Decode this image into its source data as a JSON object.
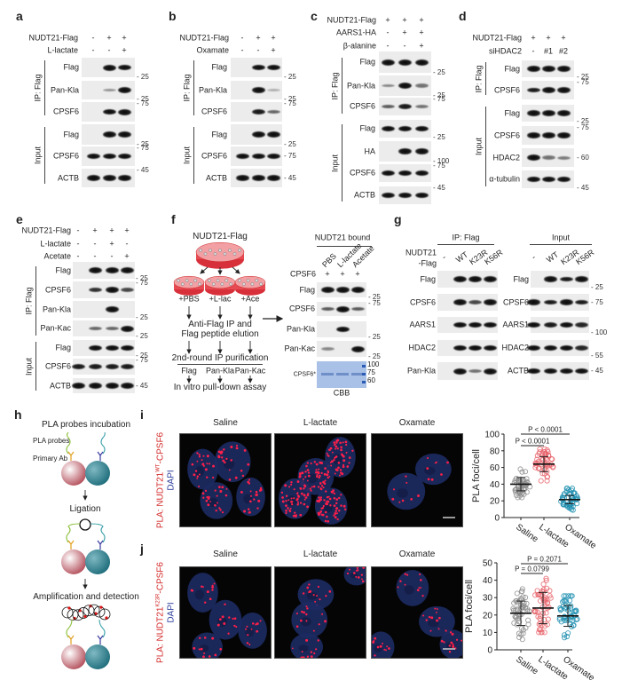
{
  "panels": {
    "a": {
      "label": "a",
      "conditions": [
        {
          "name": "NUDT21-Flag",
          "values": [
            "-",
            "+",
            "+"
          ]
        },
        {
          "name": "L-lactate",
          "values": [
            "-",
            "-",
            "+"
          ]
        }
      ],
      "groups": [
        "IP: Flag",
        "Input"
      ],
      "rows": [
        {
          "label": "Flag",
          "bands": [
            0,
            1,
            0.85
          ],
          "mw": "25",
          "mw_at": "bottom"
        },
        {
          "label": "Pan-Kla",
          "bands": [
            0,
            0.15,
            0.95
          ],
          "mw": "25",
          "mw_at": "bottom"
        },
        {
          "label": "CPSF6",
          "bands": [
            0,
            0.75,
            1
          ],
          "mw": "75",
          "mw_at": "top"
        },
        {
          "label": "Flag",
          "bands": [
            0,
            0.9,
            0.9
          ],
          "mw": "25",
          "mw_at": "bottom"
        },
        {
          "label": "CPSF6",
          "bands": [
            0.8,
            0.8,
            0.8
          ],
          "mw": "75",
          "mw_at": "top"
        },
        {
          "label": "ACTB",
          "bands": [
            0.9,
            0.85,
            0.8
          ],
          "mw": "45",
          "mw_at": "top"
        }
      ]
    },
    "b": {
      "label": "b",
      "conditions": [
        {
          "name": "NUDT21-Flag",
          "values": [
            "-",
            "+",
            "+"
          ]
        },
        {
          "name": "Oxamate",
          "values": [
            "-",
            "-",
            "+"
          ]
        }
      ],
      "groups": [
        "IP: Flag",
        "Input"
      ],
      "rows": [
        {
          "label": "Flag",
          "bands": [
            0,
            0.8,
            0.8
          ],
          "mw": "25",
          "mw_at": "bottom"
        },
        {
          "label": "Pan-Kla",
          "bands": [
            0,
            0.85,
            0.03
          ],
          "mw": "25",
          "mw_at": "bottom"
        },
        {
          "label": "CPSF6",
          "bands": [
            0,
            0.7,
            0.35
          ],
          "mw": "75",
          "mw_at": "top"
        },
        {
          "label": "Flag",
          "bands": [
            0,
            0.95,
            0.9
          ],
          "mw": "25",
          "mw_at": "bottom"
        },
        {
          "label": "CPSF6",
          "bands": [
            0.9,
            0.95,
            0.9
          ],
          "mw": "75",
          "mw_at": "middle"
        },
        {
          "label": "ACTB",
          "bands": [
            0.8,
            0.8,
            0.8
          ],
          "mw": "45",
          "mw_at": "middle"
        }
      ]
    },
    "c": {
      "label": "c",
      "conditions": [
        {
          "name": "NUDT21-Flag",
          "values": [
            "+",
            "+",
            "+"
          ]
        },
        {
          "name": "AARS1-HA",
          "values": [
            "-",
            "+",
            "+"
          ]
        },
        {
          "name": "β-alanine",
          "values": [
            "-",
            "-",
            "+"
          ]
        }
      ],
      "groups": [
        "IP: Flag",
        "Input"
      ],
      "rows": [
        {
          "label": "Flag",
          "bands": [
            1,
            1,
            1
          ],
          "mw": "25",
          "mw_at": "bottom"
        },
        {
          "label": "Pan-Kla",
          "bands": [
            0.2,
            1,
            0.3
          ],
          "mw": "25",
          "mw_at": "bottom"
        },
        {
          "label": "CPSF6",
          "bands": [
            0.4,
            0.7,
            0.3
          ],
          "mw": "75",
          "mw_at": "top"
        },
        {
          "label": "Flag",
          "bands": [
            0.8,
            0.75,
            0.75
          ],
          "mw": "25",
          "mw_at": "bottom"
        },
        {
          "label": "HA",
          "bands": [
            0,
            0.85,
            0.85
          ],
          "mw": "100",
          "mw_at": "bottom"
        },
        {
          "label": "CPSF6",
          "bands": [
            0.85,
            0.85,
            0.85
          ],
          "mw": "75",
          "mw_at": "top"
        },
        {
          "label": "ACTB",
          "bands": [
            0.9,
            0.9,
            0.9
          ],
          "mw": "45",
          "mw_at": "top"
        }
      ]
    },
    "d": {
      "label": "d",
      "conditions": [
        {
          "name": "NUDT21-Flag",
          "values": [
            "+",
            "+",
            "+"
          ]
        },
        {
          "name": "siHDAC2",
          "values": [
            "-",
            "#1",
            "#2"
          ]
        }
      ],
      "groups": [
        "IP: Flag",
        "Input"
      ],
      "rows": [
        {
          "label": "Flag",
          "bands": [
            0.85,
            0.85,
            0.85
          ],
          "mw": "25",
          "mw_at": "bottom"
        },
        {
          "label": "CPSF6",
          "bands": [
            0.7,
            0.9,
            0.85
          ],
          "mw": "75",
          "mw_at": "top"
        },
        {
          "label": "Flag",
          "bands": [
            0.8,
            0.8,
            0.8
          ],
          "mw": "25",
          "mw_at": "bottom"
        },
        {
          "label": "CPSF6",
          "bands": [
            0.8,
            0.8,
            0.85
          ],
          "mw": "75",
          "mw_at": "top"
        },
        {
          "label": "HDAC2",
          "bands": [
            0.9,
            0.3,
            0.25
          ],
          "mw": "60",
          "mw_at": "middle"
        },
        {
          "label": "α-tubulin",
          "bands": [
            0.9,
            0.9,
            0.9
          ],
          "mw": "45",
          "mw_at": "bottom"
        }
      ]
    },
    "e": {
      "label": "e",
      "conditions": [
        {
          "name": "NUDT21-Flag",
          "values": [
            "-",
            "+",
            "+",
            "+"
          ]
        },
        {
          "name": "L-lactate",
          "values": [
            "-",
            "-",
            "+",
            "-"
          ]
        },
        {
          "name": "Acetate",
          "values": [
            "-",
            "-",
            "-",
            "+"
          ]
        }
      ],
      "groups": [
        "IP: Flag",
        "Input"
      ],
      "rows": [
        {
          "label": "Flag",
          "bands": [
            0,
            0.9,
            0.9,
            0.9
          ],
          "mw": "25",
          "mw_at": "bottom"
        },
        {
          "label": "CPSF6",
          "bands": [
            0,
            0.6,
            0.85,
            0.5
          ],
          "mw": "75",
          "mw_at": "top"
        },
        {
          "label": "Pan-Kla",
          "bands": [
            0,
            0,
            0.85,
            0
          ],
          "mw": "25",
          "mw_at": "bottom"
        },
        {
          "label": "Pan-Kac",
          "bands": [
            0,
            0.35,
            0.35,
            1
          ],
          "mw": "25",
          "mw_at": "bottom"
        },
        {
          "label": "Flag",
          "bands": [
            0,
            0.85,
            0.85,
            0.85
          ],
          "mw": "25",
          "mw_at": "bottom"
        },
        {
          "label": "CPSF6",
          "bands": [
            0.7,
            0.7,
            0.7,
            0.7
          ],
          "mw": "75",
          "mw_at": "top"
        },
        {
          "label": "ACTB",
          "bands": [
            0.9,
            0.9,
            0.9,
            0.9
          ],
          "mw": "45",
          "mw_at": "middle"
        }
      ]
    },
    "f": {
      "label": "f",
      "schematic": {
        "title": "NUDT21-Flag",
        "treatments": [
          "+PBS",
          "+L-lac",
          "+Ace"
        ],
        "step1": [
          "Anti-Flag IP and",
          "Flag peptide elution"
        ],
        "step2": "2nd-round IP purification",
        "antibodies": [
          "Flag",
          "Pan-Kla",
          "Pan-Kac"
        ],
        "step3": "In vitro pull-down assay"
      },
      "header": "NUDT21 bound",
      "lanes": [
        "PBS",
        "L-lactate",
        "Acetate"
      ],
      "conditions": [
        {
          "name": "CPSF6",
          "values": [
            "+",
            "+",
            "+"
          ]
        }
      ],
      "rows": [
        {
          "label": "Flag",
          "bands": [
            0.9,
            0.85,
            0.9
          ],
          "mw": "25",
          "mw_at": "bottom"
        },
        {
          "label": "CPSF6",
          "bands": [
            0.4,
            1,
            0.4
          ],
          "mw": "75",
          "mw_at": "top"
        },
        {
          "label": "Pan-Kla",
          "bands": [
            0,
            0.9,
            0
          ],
          "mw": "25",
          "mw_at": "bottom"
        },
        {
          "label": "Pan-Kac",
          "bands": [
            0.2,
            0,
            1
          ],
          "mw": "25",
          "mw_at": "bottom"
        }
      ],
      "cbb": {
        "label": "CBB",
        "band_label": "CPSF6*",
        "ladder": [
          "100",
          "75",
          "60"
        ],
        "color": "#8fb0de"
      }
    },
    "g": {
      "label": "g",
      "ip_header": "IP: Flag",
      "input_header": "Input",
      "construct": [
        "NUDT21",
        "-Flag"
      ],
      "lanes": [
        "-",
        "WT",
        "K23R",
        "K56R"
      ],
      "ip_rows": [
        {
          "label": "Flag",
          "bands": [
            0,
            1,
            0.9,
            1
          ]
        },
        {
          "label": "CPSF6",
          "bands": [
            0,
            0.9,
            0.5,
            0.85
          ]
        },
        {
          "label": "AARS1",
          "bands": [
            0,
            0.8,
            0.8,
            0.8
          ]
        },
        {
          "label": "HDAC2",
          "bands": [
            0,
            0.8,
            0.8,
            0.8
          ]
        },
        {
          "label": "Pan-Kla",
          "bands": [
            0,
            1,
            0.3,
            1
          ]
        }
      ],
      "input_rows": [
        {
          "label": "Flag",
          "bands": [
            0,
            0.8,
            0.7,
            0.8
          ],
          "mw": "25",
          "mw_at": "bottom"
        },
        {
          "label": "CPSF6",
          "bands": [
            0.85,
            0.7,
            0.8,
            0.7
          ],
          "mw": "75",
          "mw_at": "middle"
        },
        {
          "label": "AARS1",
          "bands": [
            0.8,
            0.7,
            0.8,
            0.65
          ],
          "mw": "100",
          "mw_at": "bottom"
        },
        {
          "label": "HDAC2",
          "bands": [
            0.8,
            0.75,
            0.75,
            0.65
          ],
          "mw": "55",
          "mw_at": "bottom"
        },
        {
          "label": "ACTB",
          "bands": [
            0.85,
            0.85,
            0.85,
            0.8
          ],
          "mw": "45",
          "mw_at": "middle"
        }
      ]
    },
    "h": {
      "label": "h",
      "title": "PLA probes incubation",
      "probe_label": "PLA probes",
      "ab_label": "Primary Ab",
      "step2": "Ligation",
      "step3": "Amplification and detection"
    },
    "i": {
      "label": "i",
      "side_label": {
        "prefix": "PLA: NUDT21",
        "sup": "WT",
        "suffix": "-CPSF6",
        "stain": "DAPI"
      },
      "images": [
        "Saline",
        "L-lactate",
        "Oxamate"
      ]
    },
    "j": {
      "label": "j",
      "side_label": {
        "prefix": "PLA: NUDT21",
        "sup": "K23R",
        "suffix": "-CPSF6",
        "stain": "DAPI"
      },
      "images": [
        "Saline",
        "L-lactate",
        "Oxamate"
      ]
    }
  },
  "colors": {
    "pla_red": "#d42a2a",
    "dapi_blue": "#2a3b9a",
    "saline": "#8c8c8c",
    "lactate": "#e8636b",
    "oxamate": "#1f8fb0"
  },
  "chart_data": [
    {
      "type": "scatter",
      "panel": "i",
      "ylabel": "PLA foci/cell",
      "ylim": [
        0,
        100
      ],
      "yticks": [
        "0",
        "20",
        "40",
        "60",
        "80",
        "100"
      ],
      "categories": [
        "Saline",
        "L-lactate",
        "Oxamate"
      ],
      "series": [
        {
          "name": "Saline",
          "mean": 40,
          "sd": 8,
          "min": 24,
          "max": 58,
          "n": 50
        },
        {
          "name": "L-lactate",
          "mean": 64,
          "sd": 9,
          "min": 44,
          "max": 82,
          "n": 50
        },
        {
          "name": "Oxamate",
          "mean": 21.5,
          "sd": 5,
          "min": 9,
          "max": 35,
          "n": 50
        }
      ],
      "comparisons": [
        {
          "from": "Saline",
          "to": "L-lactate",
          "label": "P < 0.0001"
        },
        {
          "from": "Saline",
          "to": "Oxamate",
          "label": "P < 0.0001"
        }
      ]
    },
    {
      "type": "scatter",
      "panel": "j",
      "ylabel": "PLA foci/cell",
      "ylim": [
        0,
        50
      ],
      "yticks": [
        "0",
        "10",
        "20",
        "30",
        "40",
        "50"
      ],
      "categories": [
        "Saline",
        "L-lactate",
        "Oxamate"
      ],
      "series": [
        {
          "name": "Saline",
          "mean": 21,
          "sd": 7,
          "min": 6,
          "max": 35,
          "n": 50
        },
        {
          "name": "L-lactate",
          "mean": 24,
          "sd": 9,
          "min": 10,
          "max": 41,
          "n": 50
        },
        {
          "name": "Oxamate",
          "mean": 19.5,
          "sd": 6,
          "min": 7,
          "max": 31,
          "n": 50
        }
      ],
      "comparisons": [
        {
          "from": "Saline",
          "to": "L-lactate",
          "label": "P = 0.0799"
        },
        {
          "from": "Saline",
          "to": "Oxamate",
          "label": "P = 0.2071"
        }
      ]
    }
  ]
}
